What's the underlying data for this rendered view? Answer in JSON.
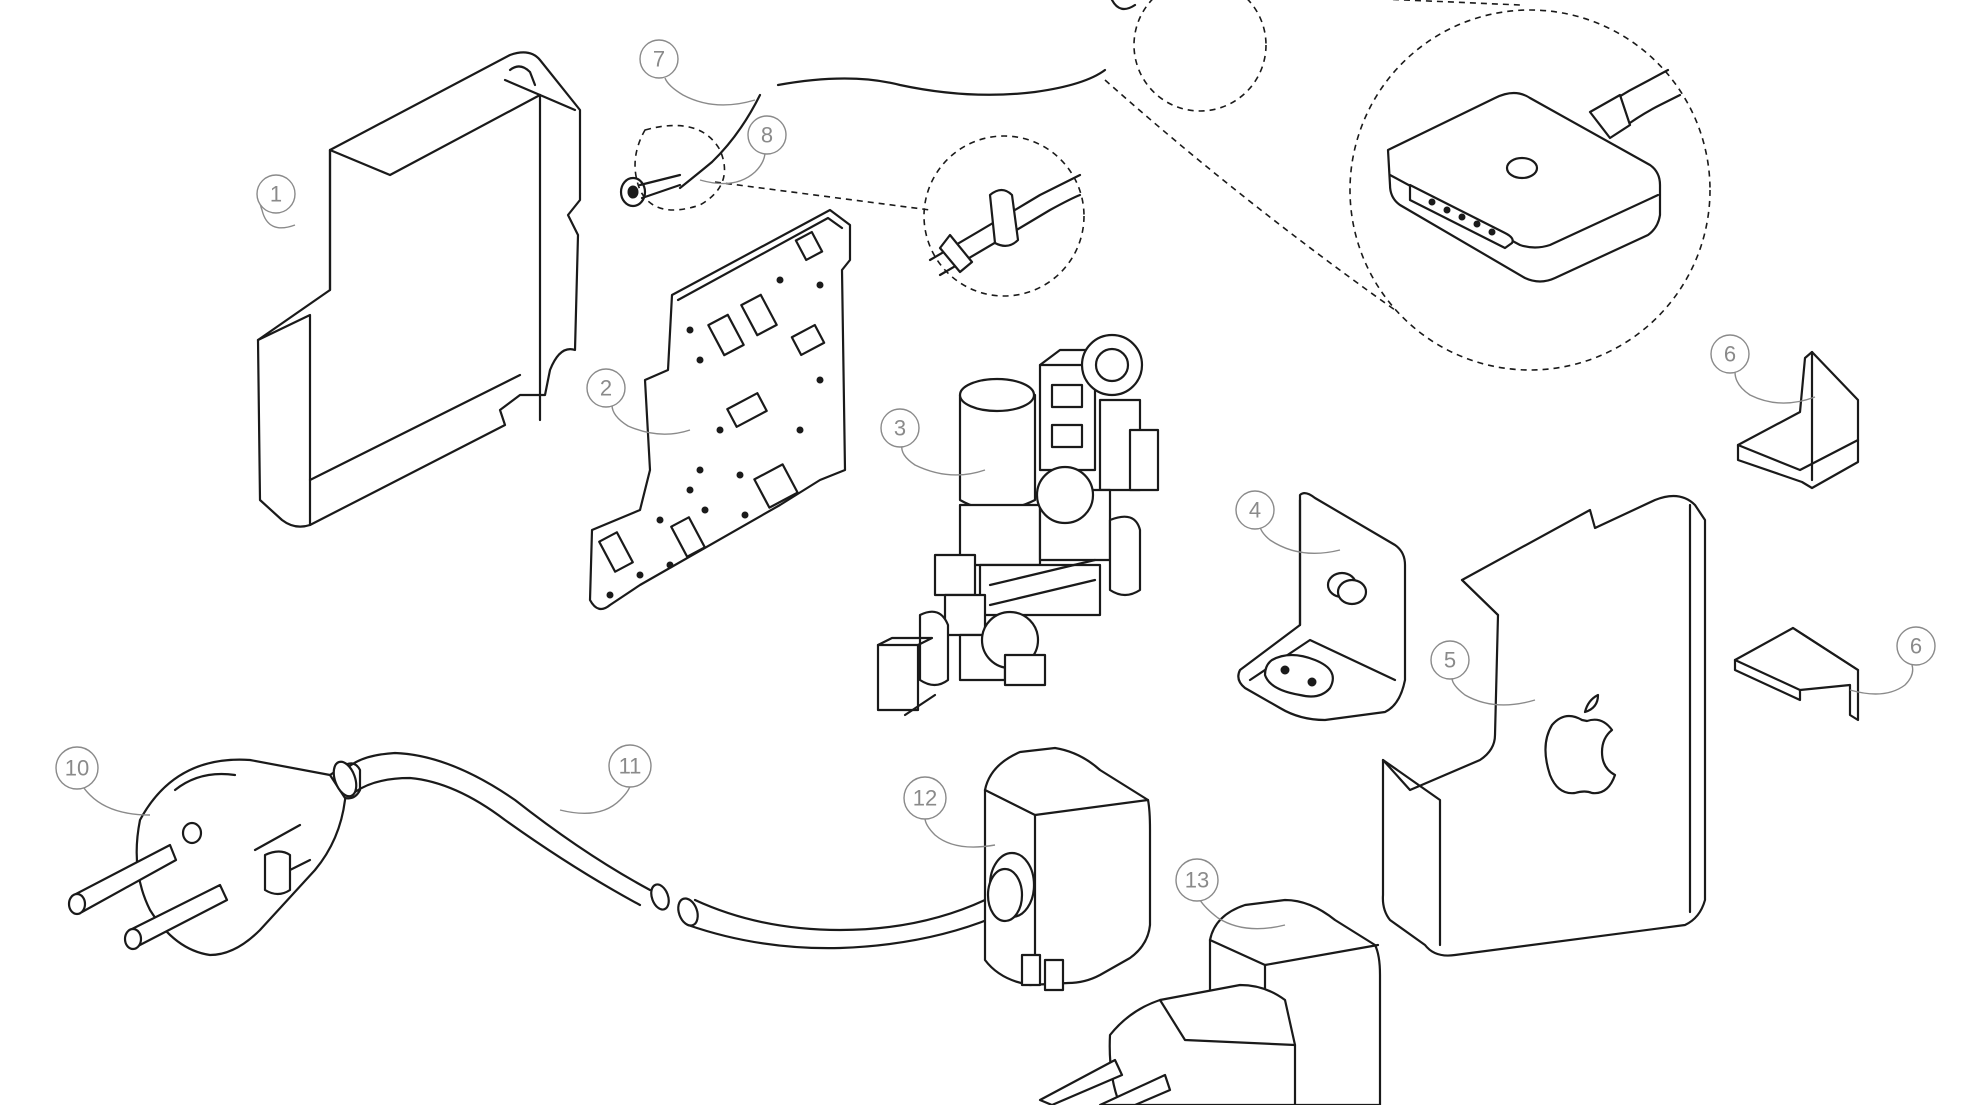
{
  "callouts": {
    "c1": "1",
    "c2": "2",
    "c3": "3",
    "c4": "4",
    "c5": "5",
    "c6a": "6",
    "c6b": "6",
    "c7": "7",
    "c8": "8",
    "c10": "10",
    "c11": "11",
    "c12": "12",
    "c13": "13"
  },
  "parts": [
    {
      "id": "1",
      "name": "housing-shell-top"
    },
    {
      "id": "2",
      "name": "circuit-board"
    },
    {
      "id": "3",
      "name": "power-components"
    },
    {
      "id": "4",
      "name": "ac-inlet-bracket"
    },
    {
      "id": "5",
      "name": "housing-shell-bottom"
    },
    {
      "id": "6",
      "name": "cord-wrap-clip"
    },
    {
      "id": "7",
      "name": "dc-cable"
    },
    {
      "id": "8",
      "name": "cable-strain-relief"
    },
    {
      "id": "10",
      "name": "plug-head"
    },
    {
      "id": "11",
      "name": "power-cord"
    },
    {
      "id": "12",
      "name": "cord-connector"
    },
    {
      "id": "13",
      "name": "duck-head-plug"
    }
  ],
  "colors": {
    "line": "#1a1a1a",
    "callout": "#8a8a8a",
    "background": "#ffffff"
  }
}
